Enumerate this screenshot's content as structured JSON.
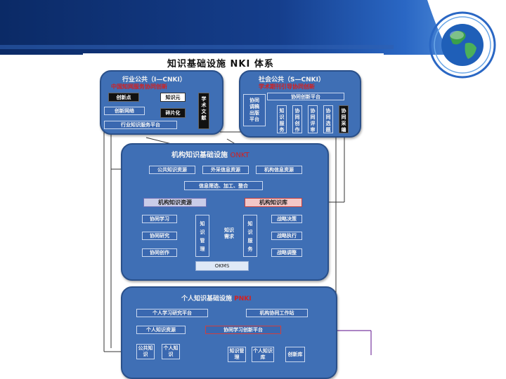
{
  "title": "知识基础设施 NKI 体系",
  "industry": {
    "header": "行业公共（I—CNKI）",
    "subtitle": "中国知网服务协同创新",
    "innovation_point": "创新点",
    "knowledge_element": "知识元",
    "fragmentation": "碎片化",
    "innovation_network": "创新网络",
    "industry_platform": "行业知识服务平台",
    "academic_literature": "学术文献"
  },
  "social": {
    "header": "社会公共（S—CNKI）",
    "subtitle": "学术期刊引导协同创新",
    "collab_platform": "协同创新平台",
    "collab_publish": "协同调稿出版平台",
    "knowledge_service": "知识服务",
    "collab_create": "协同创作",
    "collab_review": "协同评审",
    "collab_editing": "协同选题",
    "collab_achievements": "协同采编"
  },
  "institution": {
    "header": "机构知识基础设施",
    "header_suffix": "ONKT",
    "public_resources": "公共知识资源",
    "external_info": "外采信息资源",
    "institution_info": "机构信息资源",
    "processing": "信息筛选、加工、整合",
    "knowledge_resources": "机构知识资源",
    "knowledge_base": "机构知识库",
    "collab_learning": "协同学习",
    "collab_research": "协同研究",
    "collab_creation": "协同创作",
    "knowledge_management": "知识管理",
    "knowledge_demand": "知识需求",
    "knowledge_service": "知识服务",
    "strategic_decision": "战略决策",
    "strategic_execution": "战略执行",
    "strategic_adjust": "战略调整",
    "okms": "OKMS"
  },
  "personal": {
    "header": "个人知识基础设施",
    "header_suffix": "PNKI",
    "learning_platform": "个人学习研究平台",
    "institution_collab": "机构协同工作站",
    "knowledge_resources": "个人知识资源",
    "collab_platform": "协同学习创新平台",
    "public_knowledge": "公共知识",
    "personal_knowledge": "个人知识",
    "knowledge_management": "知识管理",
    "personal_knowledge_base": "个人知识库",
    "innovation_base": "创新库"
  },
  "colors": {
    "panel": "#3f6fb5",
    "panel_border": "#2a508a",
    "accent_red": "#d42020",
    "banner": "#153e8c"
  }
}
